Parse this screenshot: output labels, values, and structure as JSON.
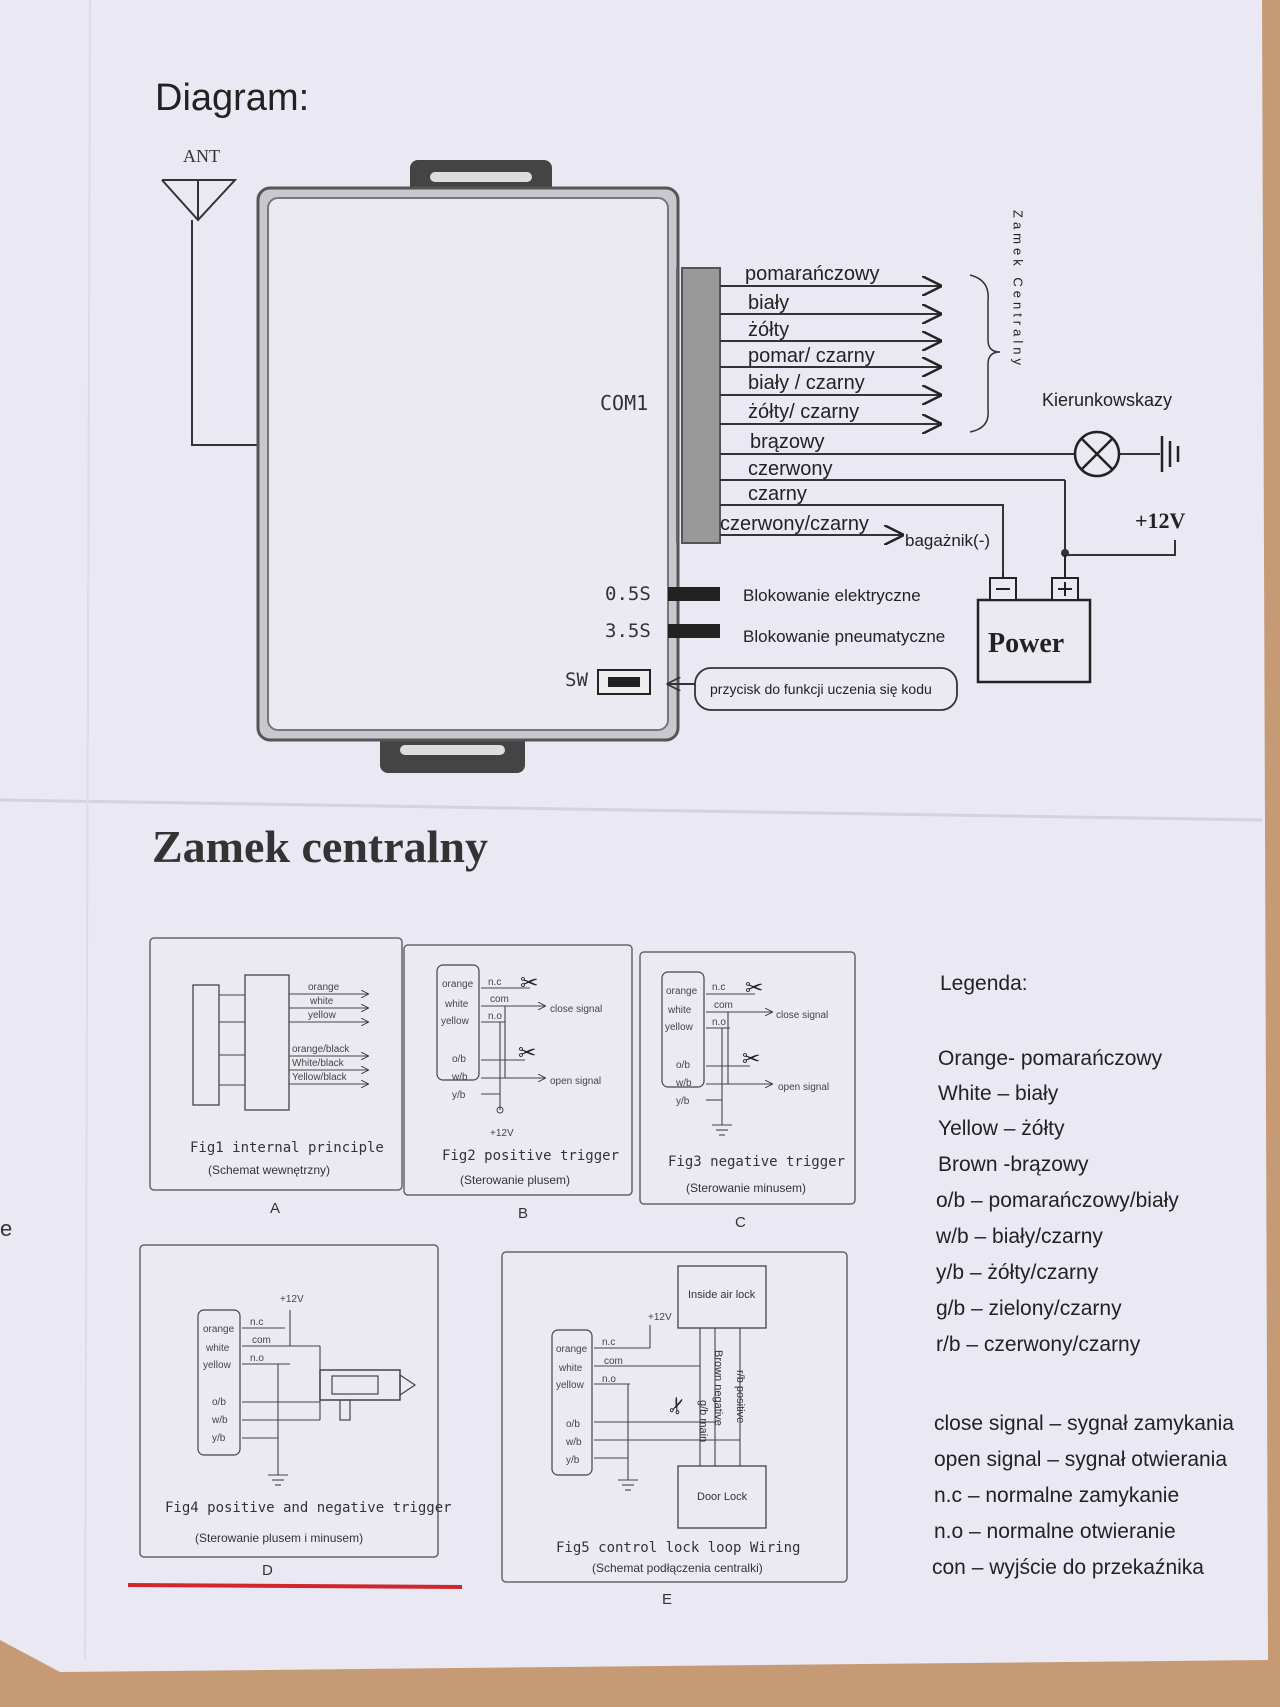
{
  "header": {
    "title": "Diagram:"
  },
  "main_diagram": {
    "antenna_label": "ANT",
    "com_label": "COM1",
    "wires": [
      "pomarańczowy",
      "biały",
      "żółty",
      "pomar/ czarny",
      "biały / czarny",
      "żółty/ czarny",
      "brązowy",
      "czerwony",
      "czarny",
      "czerwony/czarny"
    ],
    "zamek_label": "Zamek Centralny",
    "indicator_label": "Kierunkowskazy",
    "plus12v_label": "+12V",
    "trunk_label": "bagażnik(-)",
    "power_label": "Power",
    "timer_05_label": "0.5S",
    "timer_35_label": "3.5S",
    "sw_label": "SW",
    "lock_electric": "Blokowanie elektryczne",
    "lock_pneumatic": "Blokowanie pneumatyczne",
    "learn_button": "przycisk do funkcji uczenia się kodu"
  },
  "section": {
    "title": "Zamek centralny"
  },
  "figures": {
    "fig1": {
      "caption": "Fig1 internal principle",
      "subcaption": "(Schemat wewnętrzny)",
      "letter": "A",
      "wires": [
        "orange",
        "white",
        "yellow",
        "orange/black",
        "White/black",
        "Yellow/black"
      ]
    },
    "fig2": {
      "caption": "Fig2 positive trigger",
      "subcaption": "(Sterowanie plusem)",
      "letter": "B"
    },
    "fig3": {
      "caption": "Fig3 negative trigger",
      "subcaption": "(Sterowanie minusem)",
      "letter": "C"
    },
    "fig4": {
      "caption": "Fig4 positive and negative trigger",
      "subcaption": "(Sterowanie plusem i minusem)",
      "letter": "D"
    },
    "fig5": {
      "caption": "Fig5 control lock loop Wiring",
      "subcaption": "(Schemat podłączenia centralki)",
      "letter": "E",
      "inside_air_lock": "Inside air lock",
      "door_lock": "Door Lock",
      "brown_negative": "Brown negative",
      "gb_main": "g/b main",
      "rb_positive": "r/b positive"
    },
    "pin_labels": {
      "orange": "orange",
      "white": "white",
      "yellow": "yellow",
      "ob": "o/b",
      "wb": "w/b",
      "yb": "y/b",
      "nc": "n.c",
      "com": "com",
      "no": "n.o",
      "close_signal": "close signal",
      "open_signal": "open signal",
      "plus12": "+12V"
    }
  },
  "legend": {
    "title": "Legenda:",
    "colors": [
      "Orange- pomarańczowy",
      "White – biały",
      "Yellow – żółty",
      "Brown -brązowy",
      "o/b – pomarańczowy/biały",
      "w/b – biały/czarny",
      "y/b – żółty/czarny",
      "g/b – zielony/czarny",
      "r/b – czerwony/czarny"
    ],
    "terms": [
      "close signal – sygnał zamykania",
      "open signal – sygnał otwierania",
      "n.c – normalne zamykanie",
      "n.o – normalne otwieranie",
      "con – wyjście do przekaźnika"
    ]
  },
  "margin_char": "e",
  "colors": {
    "paper": "#e9e8f3",
    "ink": "#222222",
    "box_gray": "#8f8f8f",
    "red_underline": "#d2262c",
    "background": "#c79a76"
  }
}
